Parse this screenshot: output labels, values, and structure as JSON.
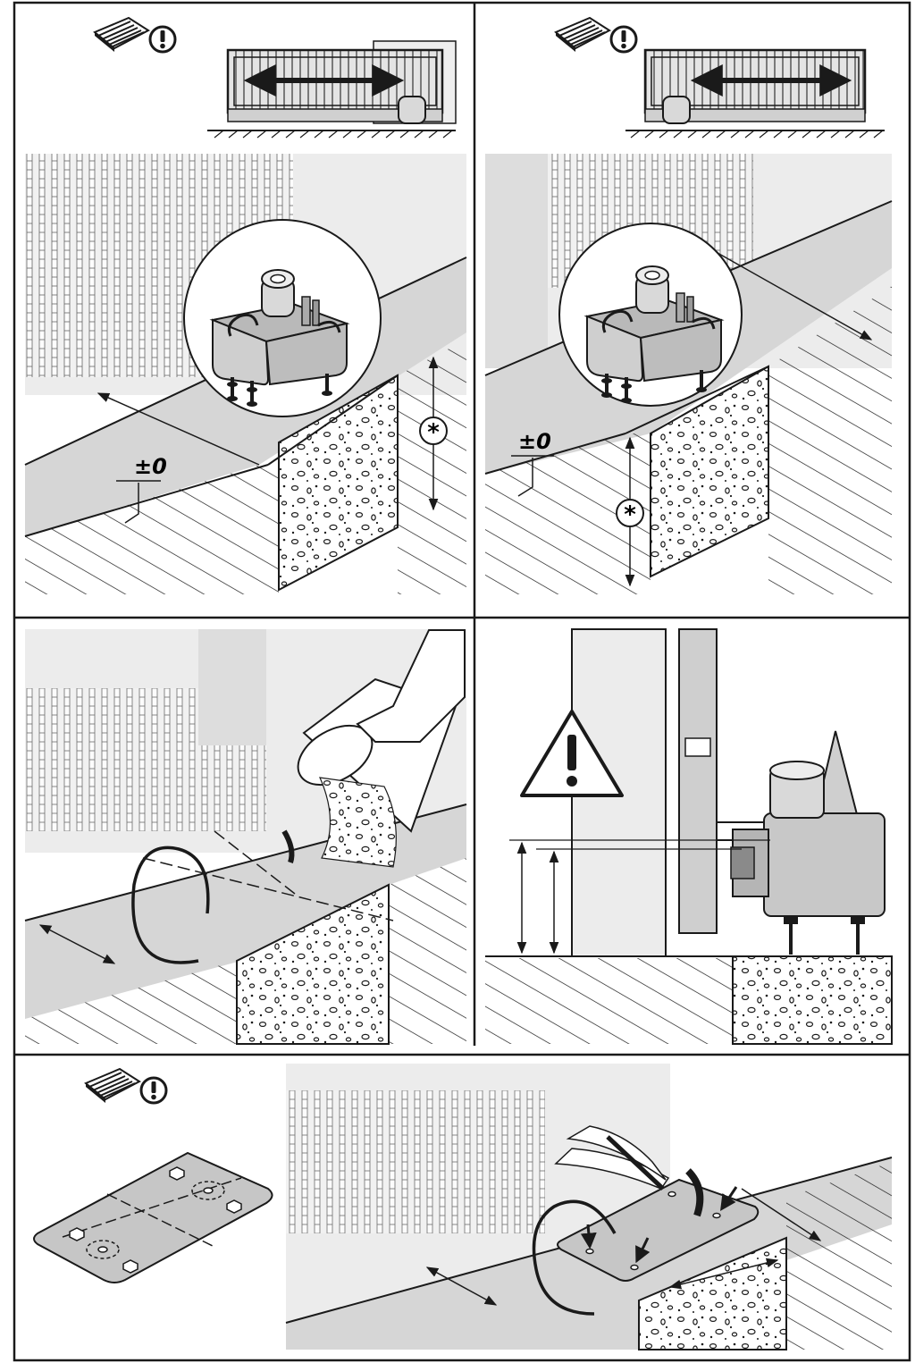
{
  "labels": {
    "level_left": "±0",
    "level_right": "±0",
    "star_left": "*",
    "star_right": "*"
  },
  "icons": {
    "manual": "read-manual-icon",
    "notice": "exclamation-circle-icon",
    "warning": "warning-triangle-icon",
    "motor": "operator-motor-icon",
    "gate": "sliding-gate-icon",
    "arrow": "double-arrow-icon"
  },
  "panels": [
    {
      "id": "panel-1",
      "content": "gate-left-installation"
    },
    {
      "id": "panel-2",
      "content": "gate-right-installation"
    },
    {
      "id": "panel-3",
      "content": "concrete-pouring"
    },
    {
      "id": "panel-4",
      "content": "height-warning"
    },
    {
      "id": "panel-5",
      "content": "base-plate"
    },
    {
      "id": "panel-6",
      "content": "marking-holes"
    }
  ],
  "colors": {
    "line": "#1a1a1a",
    "shade": "#d6d6d6",
    "motor": "#c8c8c8",
    "gate_fill": "#e4e4e4"
  }
}
